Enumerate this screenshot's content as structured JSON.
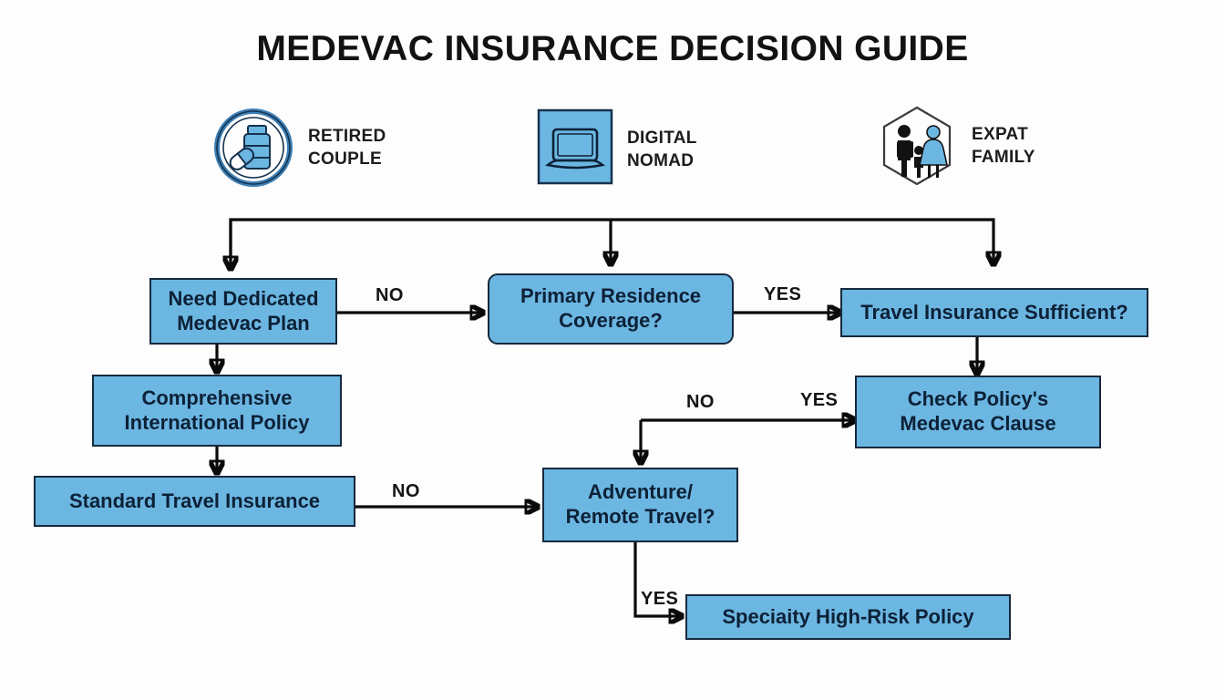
{
  "page": {
    "title": "MEDEVAC INSURANCE DECISION GUIDE",
    "background_color": "#fdfdfd",
    "node_fill_color": "#6cb6e2",
    "node_border_color": "#17293d",
    "node_text_color": "#0d2136",
    "connector_color": "#0a0a0a"
  },
  "personas": [
    {
      "id": "retired-couple",
      "label": "RETIRED\nCOUPLE",
      "icon": "medicine-bottle-pill-icon",
      "badge_shape": "circle"
    },
    {
      "id": "digital-nomad",
      "label": "DIGITAL\nNOMAD",
      "icon": "laptop-icon",
      "badge_shape": "square"
    },
    {
      "id": "expat-family",
      "label": "EXPAT\nFAMILY",
      "icon": "family-icon",
      "badge_shape": "hexagon"
    }
  ],
  "nodes": [
    {
      "id": "need-dedicated-medevac-plan",
      "label": "Need Dedicated\nMedevac Plan",
      "shape": "rect",
      "font_size": 22
    },
    {
      "id": "primary-residence-coverage",
      "label": "Primary Residence\nCoverage?",
      "shape": "rounded",
      "font_size": 22
    },
    {
      "id": "travel-insurance-sufficient",
      "label": "Travel Insurance Sufficient?",
      "shape": "rect",
      "font_size": 22
    },
    {
      "id": "comprehensive-international-policy",
      "label": "Comprehensive\nInternational Policy",
      "shape": "rect",
      "font_size": 22
    },
    {
      "id": "check-policys-medevac-clause",
      "label": "Check Policy's\nMedevac Clause",
      "shape": "rect",
      "font_size": 22
    },
    {
      "id": "standard-travel-insurance",
      "label": "Standard Travel Insurance",
      "shape": "rect",
      "font_size": 22
    },
    {
      "id": "adventure-remote-travel",
      "label": "Adventure/\nRemote Travel?",
      "shape": "rect",
      "font_size": 22
    },
    {
      "id": "speciaity-high-risk-policy",
      "label": "Speciaity High-Risk Policy",
      "shape": "rect",
      "font_size": 22
    }
  ],
  "edge_labels": {
    "plan_to_residence": "NO",
    "residence_to_travel_ins": "YES",
    "branch_no": "NO",
    "branch_yes": "YES",
    "standard_to_adventure": "NO",
    "adventure_yes": "YES"
  },
  "chart_data": {
    "type": "flowchart",
    "title": "MEDEVAC INSURANCE DECISION GUIDE",
    "entry_points": [
      "RETIRED COUPLE",
      "DIGITAL NOMAD",
      "EXPAT FAMILY"
    ],
    "edges": [
      {
        "from": "persona-bus",
        "to": "Need Dedicated Medevac Plan",
        "label": ""
      },
      {
        "from": "persona-bus",
        "to": "Primary Residence Coverage?",
        "label": ""
      },
      {
        "from": "persona-bus",
        "to": "Travel Insurance Sufficient?",
        "label": ""
      },
      {
        "from": "Need Dedicated Medevac Plan",
        "to": "Primary Residence Coverage?",
        "label": "NO"
      },
      {
        "from": "Need Dedicated Medevac Plan",
        "to": "Comprehensive International Policy",
        "label": ""
      },
      {
        "from": "Primary Residence Coverage?",
        "to": "Travel Insurance Sufficient?",
        "label": "YES"
      },
      {
        "from": "Travel Insurance Sufficient?",
        "to": "Check Policy's Medevac Clause",
        "label": ""
      },
      {
        "from": "Comprehensive International Policy",
        "to": "Standard Travel Insurance",
        "label": ""
      },
      {
        "from": "Standard Travel Insurance",
        "to": "Adventure/Remote Travel?",
        "label": "NO"
      },
      {
        "from": "junction",
        "to": "Check Policy's Medevac Clause",
        "label": "YES"
      },
      {
        "from": "junction",
        "to": "Adventure/Remote Travel?",
        "label": "NO"
      },
      {
        "from": "Adventure/Remote Travel?",
        "to": "Speciaity High-Risk Policy",
        "label": "YES"
      }
    ]
  }
}
